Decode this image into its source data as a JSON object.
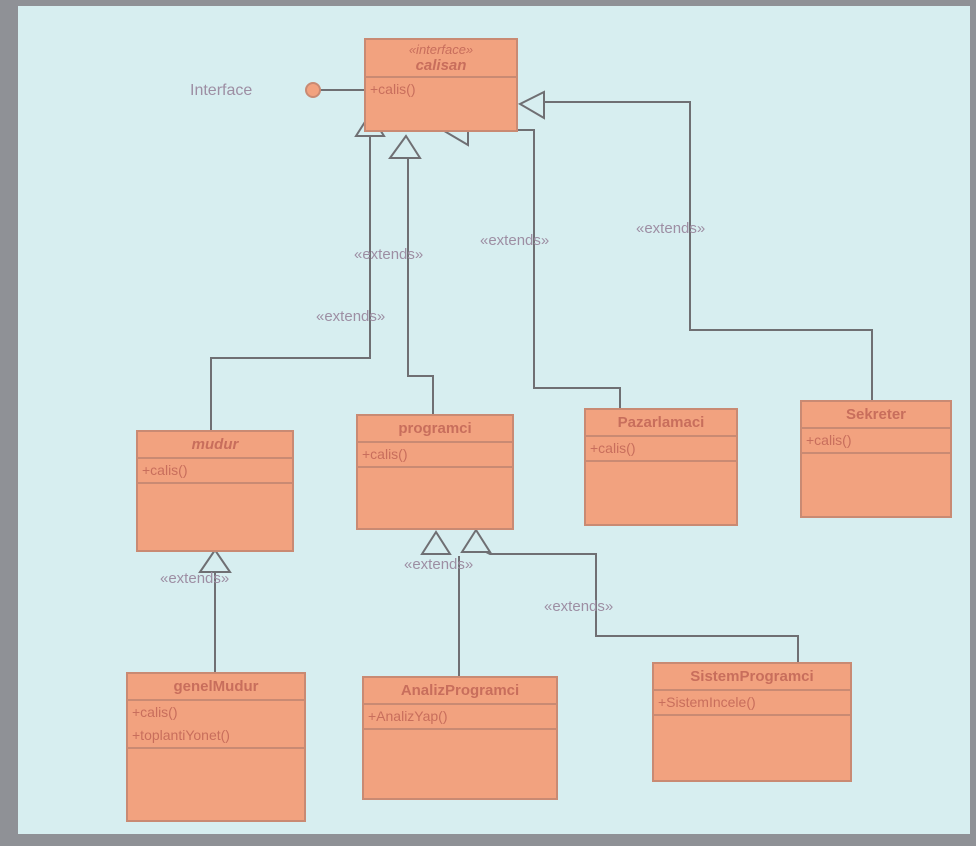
{
  "diagram": {
    "interface_label": "Interface",
    "classes": {
      "calisan": {
        "stereotype": "«interface»",
        "name": "calisan",
        "operations": [
          "+calis()"
        ]
      },
      "mudur": {
        "name": "mudur",
        "operations": [
          "+calis()"
        ]
      },
      "programci": {
        "name": "programci",
        "operations": [
          "+calis()"
        ]
      },
      "pazarlamaci": {
        "name": "Pazarlamaci",
        "operations": [
          "+calis()"
        ]
      },
      "sekreter": {
        "name": "Sekreter",
        "operations": [
          "+calis()"
        ]
      },
      "genelMudur": {
        "name": "genelMudur",
        "operations": [
          "+calis()",
          "+toplantiYonet()"
        ]
      },
      "analizProgramci": {
        "name": "AnalizProgramci",
        "operations": [
          "+AnalizYap()"
        ]
      },
      "sistemProgramci": {
        "name": "SistemProgramci",
        "operations": [
          "+SistemIncele()"
        ]
      }
    },
    "relations": {
      "extends_mudur": "«extends»",
      "extends_programci": "«extends»",
      "extends_pazarlamaci": "«extends»",
      "extends_sekreter": "«extends»",
      "extends_genelMudur": "«extends»",
      "extends_analiz": "«extends»",
      "extends_sistem": "«extends»"
    },
    "colors": {
      "class_fill": "#f2a27f",
      "class_border": "#c98a73",
      "line": "#6f6f73",
      "background": "#d7eef0"
    }
  }
}
